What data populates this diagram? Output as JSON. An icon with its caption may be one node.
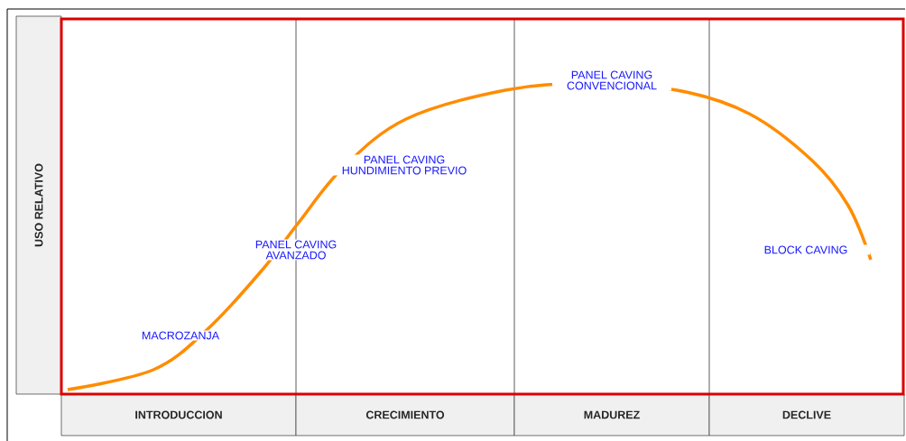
{
  "diagram": {
    "nodes": [
      {
        "text": [
          "USO RELATIVO"
        ]
      },
      {
        "text": [
          "INTRODUCCION"
        ]
      },
      {
        "text": [
          "CRECIMIENTO"
        ]
      },
      {
        "text": [
          "MADUREZ"
        ]
      },
      {
        "text": [
          "DECLIVE"
        ]
      }
    ],
    "labels": [
      "PANEL CAVING CONVENCIONAL",
      "PANEL CAVING HUNDIMIENTO PREVIO",
      "PANEL CAVING AVANZADO",
      "BLOCK CAVING",
      "MACROZANJA"
    ]
  }
}
